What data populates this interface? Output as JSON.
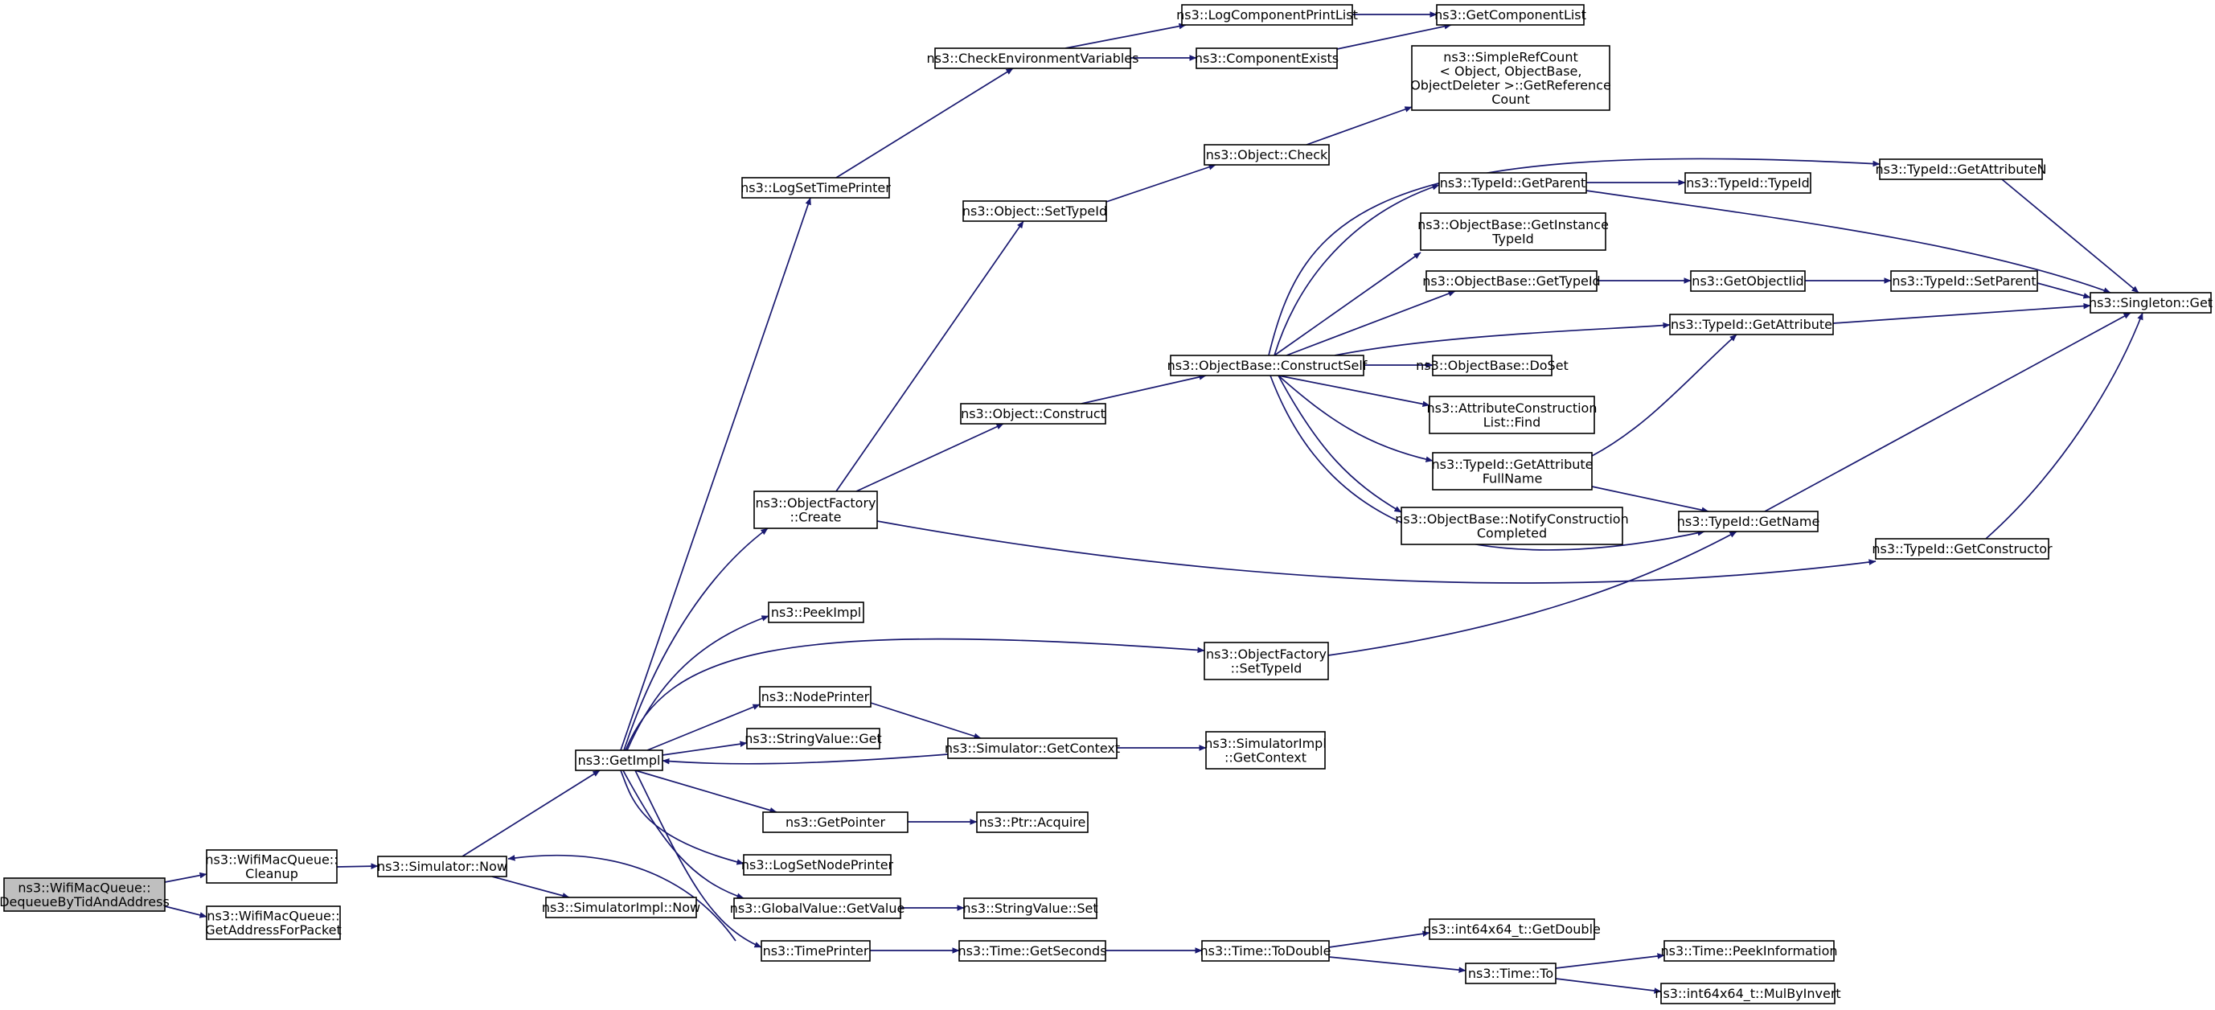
{
  "colors": {
    "edge": "#191970",
    "root_fill": "#bfbfbf",
    "node_fill": "#ffffff",
    "node_stroke": "#000000",
    "truncated_stroke": "#ff0000"
  },
  "nodes": {
    "n0": {
      "lines": [
        "ns3::WifiMacQueue::",
        "DequeueByTidAndAddress"
      ],
      "style": "root"
    },
    "n1": {
      "lines": [
        "ns3::WifiMacQueue::",
        "Cleanup"
      ]
    },
    "n2": {
      "lines": [
        "ns3::WifiMacQueue::",
        "GetAddressForPacket"
      ]
    },
    "n3": {
      "lines": [
        "ns3::Simulator::Now"
      ]
    },
    "n4": {
      "lines": [
        "ns3::GetImpl"
      ]
    },
    "n5": {
      "lines": [
        "ns3::SimulatorImpl::Now"
      ]
    },
    "n6": {
      "lines": [
        "ns3::GetPointer"
      ]
    },
    "n7": {
      "lines": [
        "ns3::GlobalValue::GetValue"
      ]
    },
    "n8": {
      "lines": [
        "ns3::LogSetNodePrinter"
      ]
    },
    "n9": {
      "lines": [
        "ns3::LogSetTimePrinter"
      ]
    },
    "n10": {
      "lines": [
        "ns3::NodePrinter"
      ]
    },
    "n11": {
      "lines": [
        "ns3::ObjectFactory",
        "::Create"
      ]
    },
    "n12": {
      "lines": [
        "ns3::ObjectFactory",
        "::SetTypeId"
      ]
    },
    "n13": {
      "lines": [
        "ns3::PeekImpl"
      ]
    },
    "n14": {
      "lines": [
        "ns3::StringValue::Get"
      ]
    },
    "n15": {
      "lines": [
        "ns3::TimePrinter"
      ]
    },
    "n16": {
      "lines": [
        "ns3::Ptr::Acquire"
      ]
    },
    "n17": {
      "lines": [
        "ns3::StringValue::Set"
      ]
    },
    "n18": {
      "lines": [
        "ns3::CheckEnvironmentVariables"
      ]
    },
    "n19": {
      "lines": [
        "ns3::ComponentExists"
      ]
    },
    "n20": {
      "lines": [
        "ns3::LogComponentPrintList"
      ]
    },
    "n21": {
      "lines": [
        "ns3::GetComponentList"
      ]
    },
    "n22": {
      "lines": [
        "ns3::Simulator::GetContext"
      ]
    },
    "n23": {
      "lines": [
        "ns3::SimulatorImpl",
        "::GetContext"
      ]
    },
    "n24": {
      "lines": [
        "ns3::Object::Construct"
      ]
    },
    "n25": {
      "lines": [
        "ns3::Object::SetTypeId"
      ]
    },
    "n26": {
      "lines": [
        "ns3::TypeId::GetConstructor"
      ]
    },
    "n27": {
      "lines": [
        "ns3::ObjectBase::ConstructSelf"
      ]
    },
    "n28": {
      "lines": [
        "ns3::AttributeConstruction",
        "List::Find"
      ]
    },
    "n29": {
      "lines": [
        "ns3::ObjectBase::DoSet"
      ]
    },
    "n30": {
      "lines": [
        "ns3::ObjectBase::GetInstance",
        "TypeId"
      ]
    },
    "n31": {
      "lines": [
        "ns3::ObjectBase::GetTypeId"
      ]
    },
    "n32": {
      "lines": [
        "ns3::ObjectBase::NotifyConstruction",
        "Completed"
      ]
    },
    "n33": {
      "lines": [
        "ns3::TypeId::GetAttribute"
      ]
    },
    "n34": {
      "lines": [
        "ns3::TypeId::GetAttribute",
        "FullName"
      ]
    },
    "n35": {
      "lines": [
        "ns3::TypeId::GetAttributeN"
      ]
    },
    "n36": {
      "lines": [
        "ns3::TypeId::GetName"
      ]
    },
    "n37": {
      "lines": [
        "ns3::TypeId::GetParent"
      ]
    },
    "n38": {
      "lines": [
        "ns3::Singleton::Get"
      ]
    },
    "n39": {
      "lines": [
        "ns3::GetObjectIid"
      ]
    },
    "n40": {
      "lines": [
        "ns3::TypeId::SetParent"
      ]
    },
    "n41": {
      "lines": [
        "ns3::TypeId::TypeId"
      ]
    },
    "n42": {
      "lines": [
        "ns3::Object::Check"
      ]
    },
    "n43": {
      "lines": [
        "ns3::SimpleRefCount",
        "< Object, ObjectBase,",
        "ObjectDeleter >::GetReference",
        "Count"
      ]
    },
    "n44": {
      "lines": [
        "ns3::Time::GetSeconds"
      ]
    },
    "n45": {
      "lines": [
        "ns3::Time::ToDouble"
      ]
    },
    "n46": {
      "lines": [
        "ns3::int64x64_t::GetDouble"
      ]
    },
    "n47": {
      "lines": [
        "ns3::Time::To"
      ]
    },
    "n48": {
      "lines": [
        "ns3::int64x64_t::MulByInvert"
      ],
      "style": "truncated"
    },
    "n49": {
      "lines": [
        "ns3::Time::PeekInformation"
      ],
      "style": "truncated"
    }
  },
  "edges": [
    [
      "n0",
      "n1"
    ],
    [
      "n0",
      "n2"
    ],
    [
      "n1",
      "n3"
    ],
    [
      "n3",
      "n4"
    ],
    [
      "n3",
      "n5"
    ],
    [
      "n4",
      "n6"
    ],
    [
      "n4",
      "n7"
    ],
    [
      "n4",
      "n8"
    ],
    [
      "n4",
      "n9"
    ],
    [
      "n4",
      "n10"
    ],
    [
      "n4",
      "n11"
    ],
    [
      "n4",
      "n12"
    ],
    [
      "n4",
      "n13"
    ],
    [
      "n4",
      "n14"
    ],
    [
      "n4",
      "n15"
    ],
    [
      "n6",
      "n16"
    ],
    [
      "n7",
      "n17"
    ],
    [
      "n9",
      "n18"
    ],
    [
      "n18",
      "n19"
    ],
    [
      "n18",
      "n20"
    ],
    [
      "n19",
      "n21"
    ],
    [
      "n20",
      "n21"
    ],
    [
      "n10",
      "n22"
    ],
    [
      "n22",
      "n4"
    ],
    [
      "n22",
      "n23"
    ],
    [
      "n11",
      "n24"
    ],
    [
      "n11",
      "n25"
    ],
    [
      "n11",
      "n26"
    ],
    [
      "n24",
      "n27"
    ],
    [
      "n27",
      "n28"
    ],
    [
      "n27",
      "n29"
    ],
    [
      "n27",
      "n30"
    ],
    [
      "n27",
      "n31"
    ],
    [
      "n27",
      "n32"
    ],
    [
      "n27",
      "n33"
    ],
    [
      "n27",
      "n34"
    ],
    [
      "n27",
      "n35"
    ],
    [
      "n27",
      "n36"
    ],
    [
      "n27",
      "n37"
    ],
    [
      "n31",
      "n39"
    ],
    [
      "n39",
      "n40"
    ],
    [
      "n40",
      "n38"
    ],
    [
      "n33",
      "n38"
    ],
    [
      "n34",
      "n33"
    ],
    [
      "n34",
      "n36"
    ],
    [
      "n36",
      "n38"
    ],
    [
      "n35",
      "n38"
    ],
    [
      "n37",
      "n38"
    ],
    [
      "n37",
      "n41"
    ],
    [
      "n26",
      "n38"
    ],
    [
      "n25",
      "n42"
    ],
    [
      "n42",
      "n43"
    ],
    [
      "n12",
      "n36"
    ],
    [
      "n15",
      "n3"
    ],
    [
      "n15",
      "n44"
    ],
    [
      "n44",
      "n45"
    ],
    [
      "n45",
      "n46"
    ],
    [
      "n45",
      "n47"
    ],
    [
      "n47",
      "n48"
    ],
    [
      "n47",
      "n49"
    ]
  ]
}
